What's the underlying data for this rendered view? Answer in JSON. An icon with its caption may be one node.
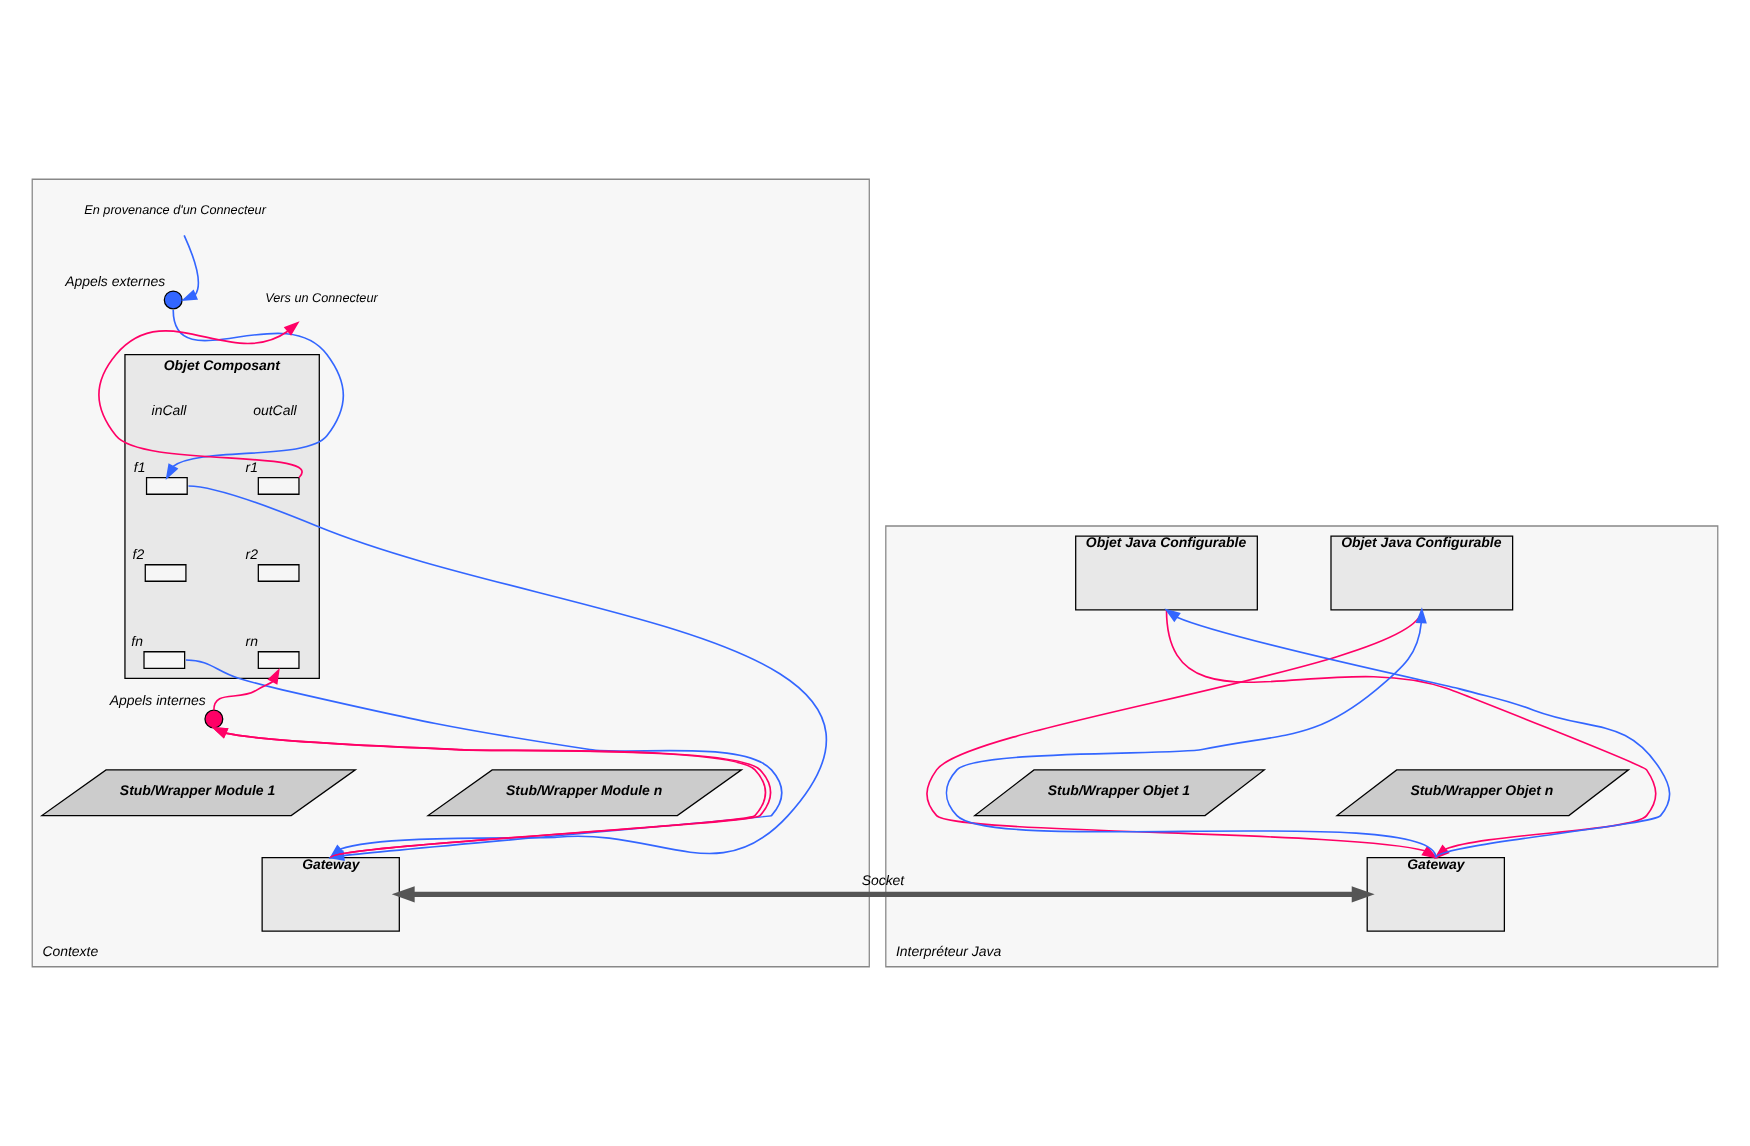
{
  "diagram": {
    "nodes": [
      {
        "text": [
          "Contexte"
        ]
      },
      {
        "text": [
          "En provenance d'un Connecteur"
        ],
        "in": 0
      },
      {
        "text": [],
        "shape": "circle",
        "beside": [
          "Appels externes"
        ],
        "in": 0
      },
      {
        "text": [
          "Objet Composant"
        ],
        "in": 0
      },
      {
        "text": [],
        "shape": "box",
        "beside": [
          "f1"
        ],
        "in": 3
      },
      {
        "text": [],
        "shape": "box",
        "beside": [
          "f2"
        ],
        "in": 3
      },
      {
        "text": [],
        "shape": "box",
        "beside": [
          "fn"
        ],
        "in": 3
      },
      {
        "text": [],
        "shape": "box",
        "beside": [
          "r1"
        ],
        "in": 3
      },
      {
        "text": [],
        "shape": "box",
        "beside": [
          "r2"
        ],
        "in": 3
      },
      {
        "text": [],
        "shape": "box",
        "beside": [
          "rn"
        ],
        "in": 3
      },
      {
        "text": [
          "Vers un Connecteur"
        ],
        "in": 0
      },
      {
        "text": [],
        "shape": "circle",
        "beside": [
          "Appels internes"
        ],
        "in": 0
      },
      {
        "text": [
          "Stub/Wrapper Module 1"
        ],
        "in": 0
      },
      {
        "text": [
          "Stub/Wrapper Module n"
        ],
        "in": 0
      },
      {
        "text": [
          "Gateway"
        ],
        "in": 0
      },
      {
        "text": [
          "Interpréteur Java"
        ]
      },
      {
        "text": [
          "Objet Java Configurable"
        ],
        "in": 15
      },
      {
        "text": [
          "Objet Java Configurable"
        ],
        "in": 15
      },
      {
        "text": [
          "Stub/Wrapper Objet 1"
        ],
        "in": 15
      },
      {
        "text": [
          "Stub/Wrapper Objet n"
        ],
        "in": 15
      },
      {
        "text": [
          "Gateway"
        ],
        "in": 15
      }
    ],
    "edges": [
      {
        "from": 1,
        "to": 2,
        "arrow": "to",
        "color": "#3366ff"
      },
      {
        "from": 2,
        "to": 4,
        "arrow": "to",
        "color": "#3366ff"
      },
      {
        "from": 4,
        "to": 14,
        "arrow": "to",
        "color": "#3366ff"
      },
      {
        "from": 6,
        "to": 14,
        "arrow": "to",
        "color": "#3366ff"
      },
      {
        "from": 14,
        "to": 11,
        "arrow": "to",
        "color": "#ff0066"
      },
      {
        "from": 14,
        "to": 11,
        "arrow": "to",
        "color": "#ff0066"
      },
      {
        "from": 11,
        "to": 9,
        "arrow": "to",
        "color": "#ff0066"
      },
      {
        "from": 7,
        "to": 10,
        "arrow": "to",
        "color": "#ff0066"
      },
      {
        "from": 14,
        "to": 20,
        "arrow": "both",
        "label": "Socket",
        "style": "thick",
        "color": "#555555"
      },
      {
        "from": 16,
        "to": 20,
        "arrow": "to",
        "color": "#ff0066"
      },
      {
        "from": 20,
        "to": 16,
        "arrow": "to",
        "color": "#3366ff"
      },
      {
        "from": 20,
        "to": 17,
        "arrow": "to",
        "color": "#3366ff"
      },
      {
        "from": 17,
        "to": 20,
        "arrow": "to",
        "color": "#ff0066"
      }
    ],
    "labels": [
      "inCall",
      "outCall"
    ]
  }
}
